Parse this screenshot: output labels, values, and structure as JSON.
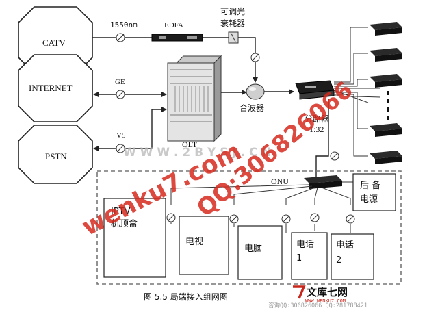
{
  "sources": [
    {
      "label": "CATV"
    },
    {
      "label": "INTERNET"
    },
    {
      "label": "PSTN"
    }
  ],
  "links": {
    "wavelength": "1550nm",
    "ge": "GE",
    "v5": "V5"
  },
  "devices": {
    "edfa": "EDFA",
    "attenuator": "可调光\n衰耗器",
    "olt": "OLT",
    "combiner": "合波器",
    "splitter": "分路器",
    "split_ratio": "1:32",
    "onu": "ONU",
    "backup_power": "后  备\n电源"
  },
  "terminals": [
    {
      "label": "IPTV\n机顶盒"
    },
    {
      "label": "电视"
    },
    {
      "label": "电脑"
    },
    {
      "label": "电话\n1"
    },
    {
      "label": "电话\n2"
    }
  ],
  "caption": "图   5.5   局端接入组网图",
  "watermarks": {
    "main": "wenku7.com",
    "url_faint": "W W W . 2 B Y S J . C N",
    "qq": "QQ:306826066",
    "brand": "文库七网",
    "brand_url": "WWW.WENKU7.COM",
    "contact": "咨询QQ:306826066 QQ:281788421"
  },
  "colors": {
    "watermark_red": "#d62a1e",
    "brand_red": "#c8261b",
    "line": "#222222",
    "dashed": "#777777"
  }
}
